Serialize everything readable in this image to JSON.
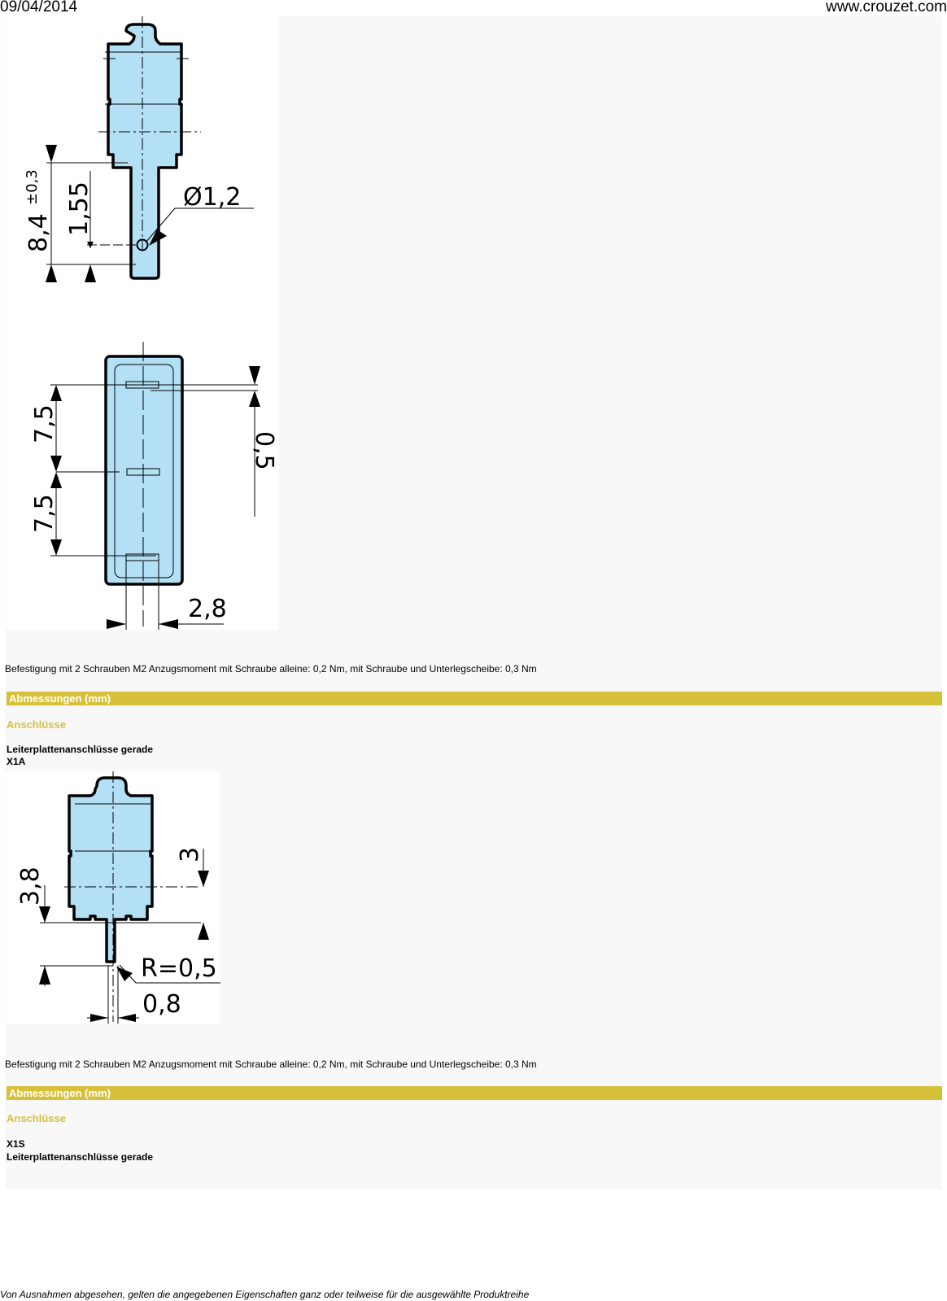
{
  "header": {
    "date": "09/04/2014",
    "site": "www.crouzet.com"
  },
  "figure1": {
    "description": "Side view and bottom view technical drawing of micro switch with PCB terminal",
    "dimensions": {
      "total_height": "8,4",
      "tolerance": "±0,3",
      "hole_offset": "1,55",
      "hole_diameter": "Ø1,2",
      "pitch_1": "7,5",
      "pitch_2": "7,5",
      "offset": "0,5",
      "terminal_width": "2,8"
    }
  },
  "section1": {
    "caption": "Befestigung mit 2 Schrauben M2 Anzugsmoment mit Schraube alleine: 0,2 Nm, mit Schraube und Unterlegscheibe: 0,3 Nm",
    "bar_title": "Abmessungen (mm)",
    "subtitle": "Anschlüsse",
    "label_line1": "Leiterplattenanschlüsse gerade",
    "label_line2": "X1A"
  },
  "figure2": {
    "description": "Side view technical drawing of micro switch with straight PCB terminal X1A",
    "dimensions": {
      "height_a": "3,8",
      "height_b": "3",
      "radius": "R=0,5",
      "pin_width": "0,8"
    }
  },
  "section2": {
    "caption": "Befestigung mit 2 Schrauben M2 Anzugsmoment mit Schraube alleine: 0,2 Nm, mit Schraube und Unterlegscheibe: 0,3 Nm",
    "bar_title": "Abmessungen (mm)",
    "subtitle": "Anschlüsse",
    "label_line1": "X1S",
    "label_line2": "Leiterplattenanschlüsse gerade"
  },
  "footer": {
    "note": "Von Ausnahmen abgesehen, gelten die angegebenen Eigenschaften ganz oder teilweise für die ausgewählte Produktreihe"
  },
  "colors": {
    "accent": "#d8c13a",
    "part_fill": "#b3e0f5",
    "page_bg": "#f8f8f8"
  }
}
